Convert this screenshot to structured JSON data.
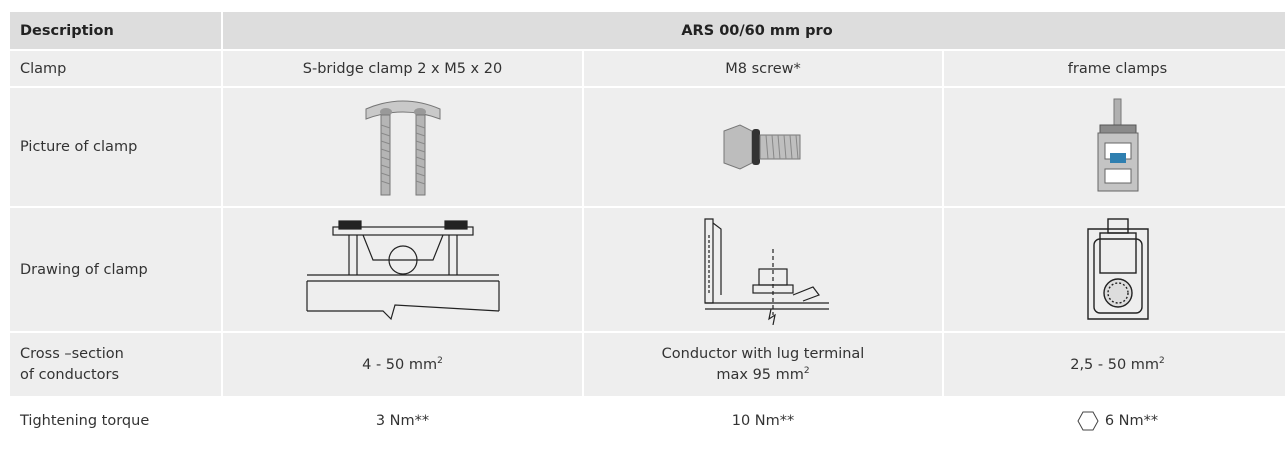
{
  "header": {
    "description": "Description",
    "product": "ARS 00/60 mm pro"
  },
  "rows": {
    "clamp": {
      "label": "Clamp",
      "values": [
        "S-bridge clamp 2 x M5 x 20",
        "M8 screw*",
        "frame clamps"
      ]
    },
    "picture": {
      "label": "Picture of clamp",
      "images": [
        "s-bridge-clamp-photo",
        "m8-screw-photo",
        "frame-clamp-photo"
      ]
    },
    "drawing": {
      "label": "Drawing of clamp",
      "images": [
        "s-bridge-clamp-drawing",
        "m8-screw-drawing",
        "frame-clamp-drawing"
      ]
    },
    "cross": {
      "label_line1": "Cross –section",
      "label_line2": "of conductors",
      "v1": "4 - 50 mm",
      "v1_sup": "2",
      "v2_line1": "Conductor with lug terminal",
      "v2_line2": "max 95 mm",
      "v2_sup": "2",
      "v3": "2,5 - 50 mm",
      "v3_sup": "2"
    },
    "torque": {
      "label": "Tightening torque",
      "values": [
        "3 Nm**",
        "10 Nm**",
        "6 Nm**"
      ]
    }
  },
  "colors": {
    "header_bg": "#dddddd",
    "cell_bg": "#eeeeee",
    "text": "#333333"
  }
}
